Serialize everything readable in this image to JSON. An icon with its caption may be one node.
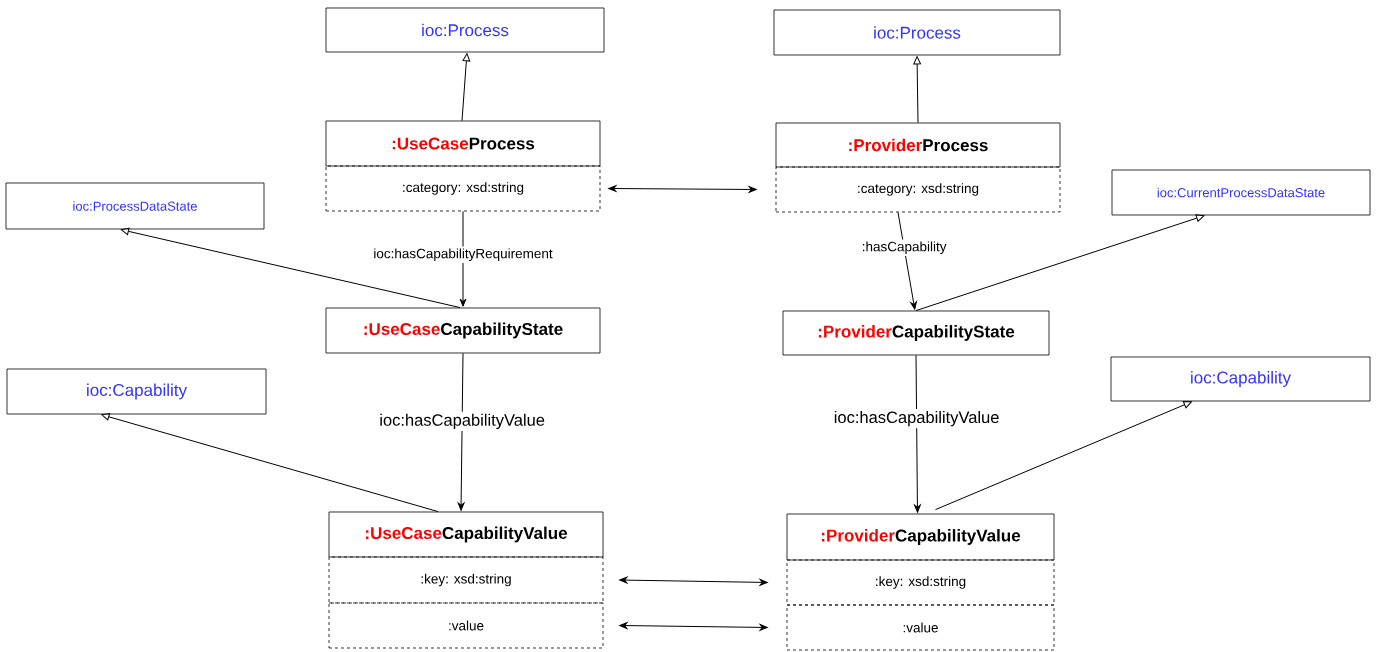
{
  "diagram": {
    "nodes": [
      {
        "text": [
          "ioc:Process"
        ]
      },
      {
        "text": [
          ":UseCase",
          "Process"
        ]
      },
      {
        "text": [
          ":category: xsd:string"
        ]
      },
      {
        "text": [
          "ioc:Process"
        ]
      },
      {
        "text": [
          ":Provider",
          "Process"
        ]
      },
      {
        "text": [
          ":category: xsd:string"
        ]
      },
      {
        "text": [
          "ioc:ProcessDataState"
        ]
      },
      {
        "text": [
          "ioc:CurrentProcessDataState"
        ]
      },
      {
        "text": [
          ":UseCase",
          "CapabilityState"
        ]
      },
      {
        "text": [
          ":Provider",
          "CapabilityState"
        ]
      },
      {
        "text": [
          "ioc:Capability"
        ]
      },
      {
        "text": [
          "ioc:Capability"
        ]
      },
      {
        "text": [
          ":UseCase",
          "CapabilityValue"
        ]
      },
      {
        "text": [
          ":key: xsd:string"
        ]
      },
      {
        "text": [
          ":value"
        ]
      },
      {
        "text": [
          ":Provider",
          "CapabilityValue"
        ]
      },
      {
        "text": [
          ":key: xsd:string"
        ]
      },
      {
        "text": [
          ":value"
        ]
      }
    ],
    "edges": [
      {
        "from": 1,
        "to": 0,
        "arrow": "to"
      },
      {
        "from": 4,
        "to": 3,
        "arrow": "to"
      },
      {
        "from": 2,
        "to": 5,
        "arrow": "both"
      },
      {
        "from": 8,
        "to": 6,
        "arrow": "to"
      },
      {
        "from": 9,
        "to": 7,
        "arrow": "to"
      },
      {
        "from": 2,
        "to": 8,
        "arrow": "to",
        "label": "ioc:hasCapabilityRequirement"
      },
      {
        "from": 5,
        "to": 9,
        "arrow": "to",
        "label": ":hasCapability"
      },
      {
        "from": 8,
        "to": 12,
        "arrow": "to",
        "label": "ioc:hasCapabilityValue"
      },
      {
        "from": 9,
        "to": 15,
        "arrow": "to",
        "label": "ioc:hasCapabilityValue"
      },
      {
        "from": 12,
        "to": 10,
        "arrow": "to"
      },
      {
        "from": 15,
        "to": 11,
        "arrow": "to"
      },
      {
        "from": 13,
        "to": 16,
        "arrow": "both"
      },
      {
        "from": 14,
        "to": 17,
        "arrow": "both"
      }
    ]
  }
}
